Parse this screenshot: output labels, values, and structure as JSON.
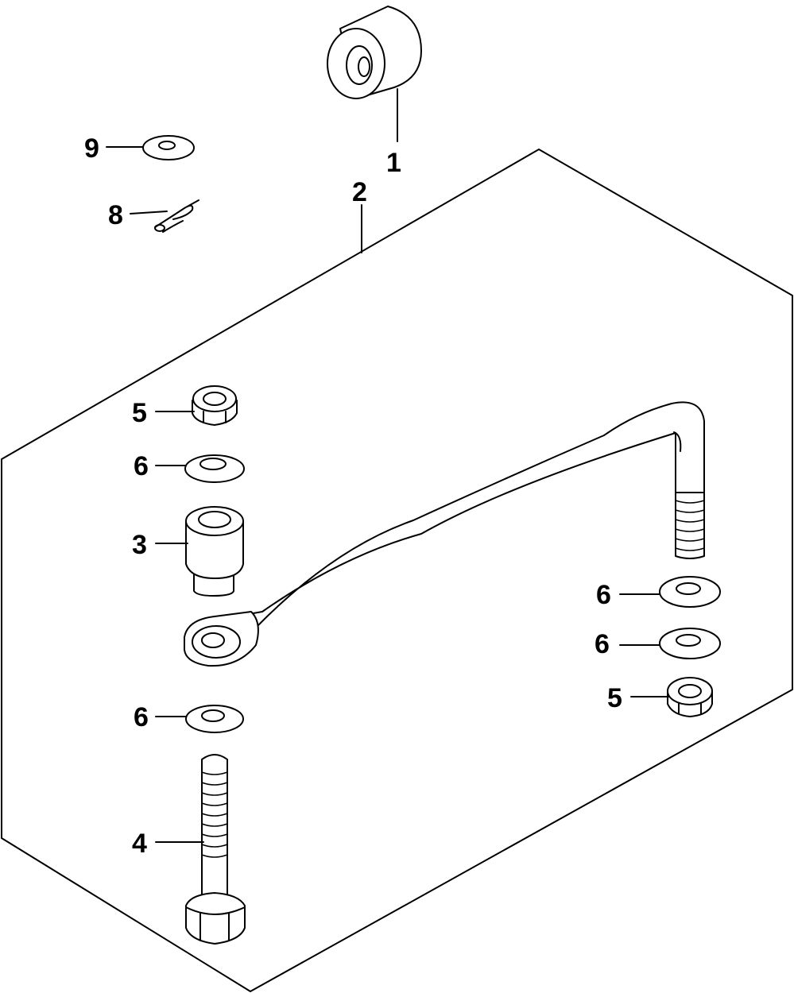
{
  "diagram": {
    "callouts": [
      {
        "id": "c1",
        "part": "1"
      },
      {
        "id": "c2",
        "part": "2"
      },
      {
        "id": "c3",
        "part": "3"
      },
      {
        "id": "c4",
        "part": "4"
      },
      {
        "id": "c5a",
        "part": "5"
      },
      {
        "id": "c5b",
        "part": "5"
      },
      {
        "id": "c6a",
        "part": "6"
      },
      {
        "id": "c6b",
        "part": "6"
      },
      {
        "id": "c6c",
        "part": "6"
      },
      {
        "id": "c6d",
        "part": "6"
      },
      {
        "id": "c8",
        "part": "8"
      },
      {
        "id": "c9",
        "part": "9"
      }
    ]
  }
}
